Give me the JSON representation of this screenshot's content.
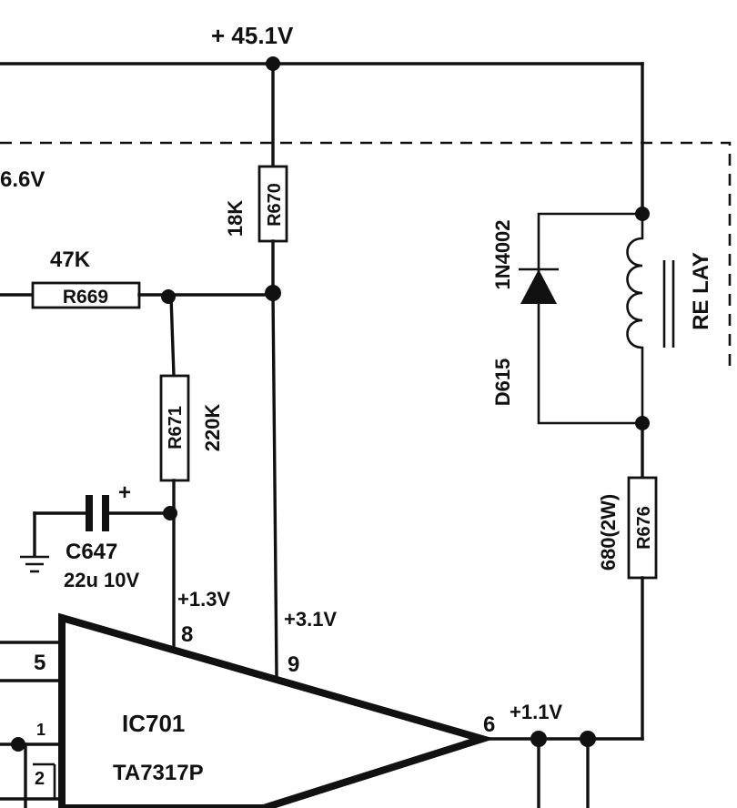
{
  "supply": {
    "voltage": "+ 45.1V"
  },
  "rail_left": {
    "voltage": "6.6V"
  },
  "r670": {
    "ref": "R670",
    "value": "18K"
  },
  "r669": {
    "ref": "R669",
    "value": "47K"
  },
  "r671": {
    "ref": "R671",
    "value": "220K"
  },
  "c647": {
    "ref": "C647",
    "value": "22u 10V",
    "polarity": "+"
  },
  "relay": {
    "label": "RE LAY"
  },
  "d615": {
    "ref": "D615",
    "part": "1N4002"
  },
  "r676": {
    "ref": "R676",
    "value": "680(2W)"
  },
  "ic701": {
    "ref": "IC701",
    "part": "TA7317P",
    "pins": {
      "p1": "1",
      "p2": "2",
      "p5": "5",
      "p6": "6",
      "p8": "8",
      "p9": "9"
    }
  },
  "voltages": {
    "pin8": "+1.3V",
    "pin9": "+3.1V",
    "pin6": "+1.1V"
  }
}
